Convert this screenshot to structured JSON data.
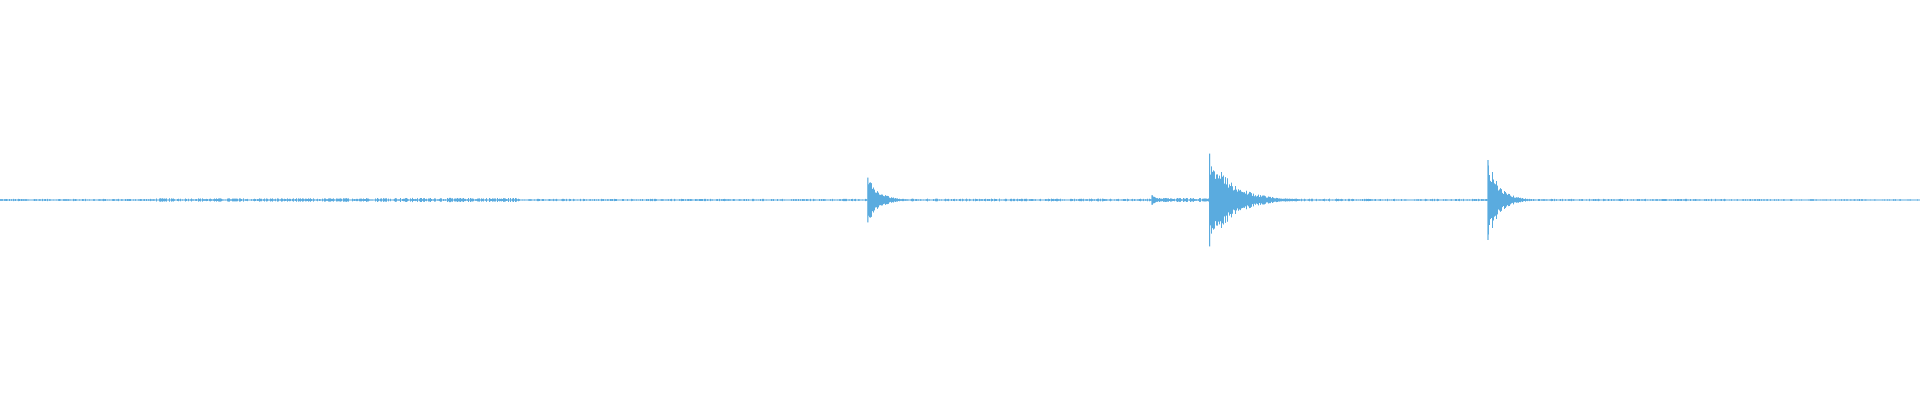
{
  "colors": {
    "background": "#ffffff",
    "waveform": "#5aabdf"
  },
  "chart_data": {
    "type": "area",
    "description_kind": "audio-waveform",
    "x_range": [
      0,
      1
    ],
    "y_range": [
      -1,
      1
    ],
    "baseline": 0,
    "grid": false,
    "legend": "none",
    "background_noise_level": 0.018,
    "noise_segments": [
      {
        "start": 0.0,
        "end": 0.08,
        "level": 0.012
      },
      {
        "start": 0.08,
        "end": 0.18,
        "level": 0.018
      },
      {
        "start": 0.18,
        "end": 0.27,
        "level": 0.022
      },
      {
        "start": 0.27,
        "end": 0.45,
        "level": 0.012
      },
      {
        "start": 0.45,
        "end": 0.6,
        "level": 0.014
      },
      {
        "start": 0.6,
        "end": 0.63,
        "level": 0.022
      },
      {
        "start": 0.63,
        "end": 0.7,
        "level": 0.014
      },
      {
        "start": 0.7,
        "end": 0.9,
        "level": 0.012
      },
      {
        "start": 0.9,
        "end": 1.0,
        "level": 0.01
      }
    ],
    "transients": [
      {
        "position": 0.452,
        "peak": 0.28,
        "decay": 0.006
      },
      {
        "position": 0.6,
        "peak": 0.06,
        "decay": 0.004
      },
      {
        "position": 0.63,
        "peak": 0.58,
        "decay": 0.012
      },
      {
        "position": 0.775,
        "peak": 0.5,
        "decay": 0.006
      }
    ]
  }
}
